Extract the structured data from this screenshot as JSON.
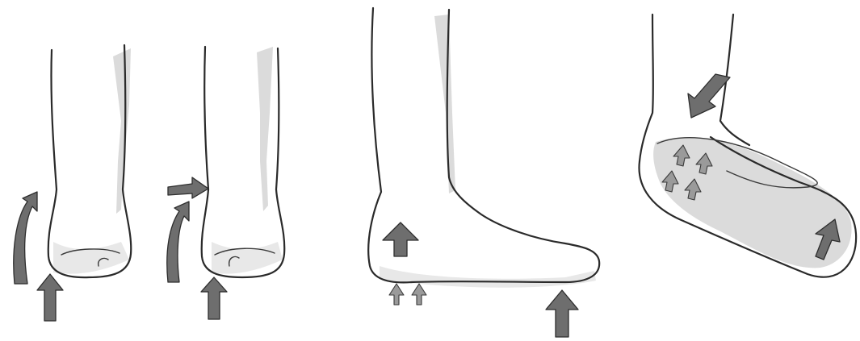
{
  "figure": {
    "panels": [
      "heel-rear-view-left",
      "heel-rear-view-right",
      "foot-side-view",
      "foot-sole-view"
    ],
    "colors": {
      "outline": "#2a2a2a",
      "arrow_fill": "#6e6e6e",
      "shading": "#cfcfcf",
      "background": "#ffffff"
    },
    "arrow_counts": {
      "heel-rear-view-left": 2,
      "heel-rear-view-right": 3,
      "foot-side-view": 4,
      "foot-sole-view": 6
    }
  }
}
